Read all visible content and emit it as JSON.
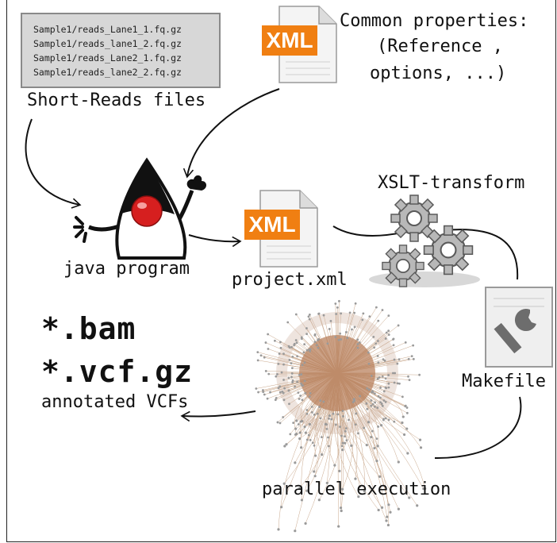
{
  "short_reads": {
    "files": [
      "Sample1/reads_Lane1_1.fq.gz",
      "Sample1/reads_lane1_2.fq.gz",
      "Sample1/reads_Lane2_1.fq.gz",
      "Sample1/reads_lane2_2.fq.gz"
    ],
    "caption": "Short-Reads files"
  },
  "common": {
    "line1": "Common properties:",
    "line2": "(Reference ,",
    "line3": "options, ...)"
  },
  "xml_badge": "XML",
  "java_label": "java program",
  "project_label": "project.xml",
  "xslt_label": "XSLT-transform",
  "makefile_label": "Makefile",
  "outputs": {
    "bam": "*.bam",
    "vcf": "*.vcf.gz",
    "annotated": "annotated VCFs"
  },
  "parallel_label": "parallel execution",
  "colors": {
    "xml_orange": "#f07f12",
    "duke_red": "#d61f1f",
    "graph_brown": "#b9825e"
  }
}
